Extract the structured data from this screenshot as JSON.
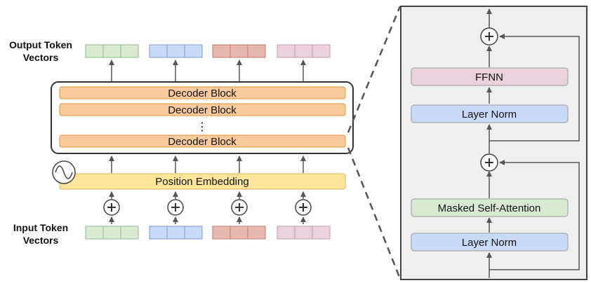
{
  "left": {
    "output_label": [
      "Output Token",
      "Vectors"
    ],
    "input_label": [
      "Input Token",
      "Vectors"
    ],
    "decoder_blocks": [
      "Decoder Block",
      "Decoder Block",
      "Decoder Block"
    ],
    "ellipsis": "⋮",
    "position_embedding": "Position Embedding",
    "plus_symbol": "+",
    "vector_colors": [
      {
        "fill": "#d9ead3",
        "stroke": "#8fb98a"
      },
      {
        "fill": "#c9daf8",
        "stroke": "#7d9ad6"
      },
      {
        "fill": "#e6b8af",
        "stroke": "#c07a70"
      },
      {
        "fill": "#ead1dc",
        "stroke": "#c49aac"
      }
    ]
  },
  "detail": {
    "ffnn": "FFNN",
    "layer_norm_top": "Layer Norm",
    "masked_attention": "Masked Self-Attention",
    "layer_norm_bottom": "Layer Norm",
    "plus_symbol": "+"
  },
  "colors": {
    "decoder_fill": "#f9cb9c",
    "decoder_stroke": "#e69138",
    "pos_fill": "#ffe599",
    "pos_stroke": "#d6b656",
    "panel_fill": "#efefef",
    "ffnn_fill": "#ead1dc",
    "norm_fill": "#c9daf8",
    "attn_fill": "#d9ead3"
  },
  "icons": {
    "wave": "sine-wave-icon",
    "plus": "plus-circle-icon"
  }
}
